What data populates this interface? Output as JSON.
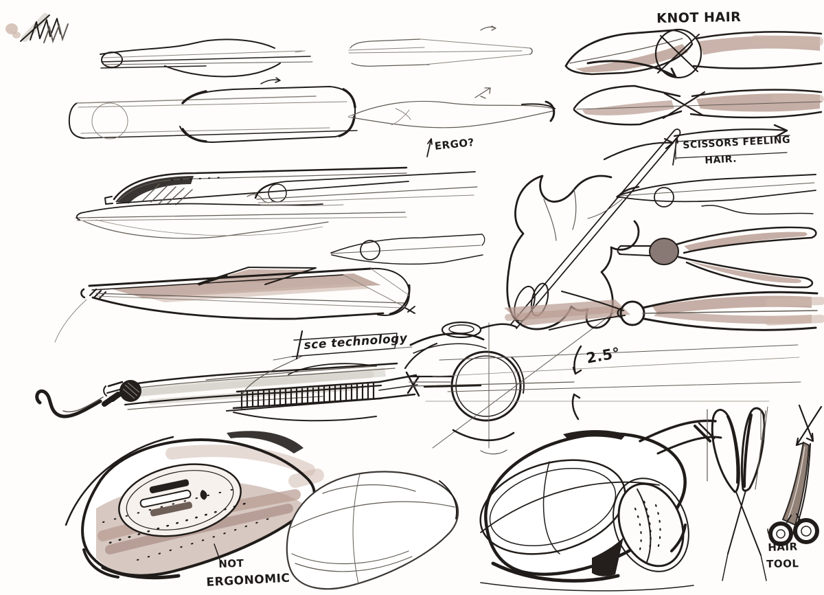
{
  "page": {
    "title": "hair tool concept sketch sheet",
    "colors": {
      "paper": "#fefdfb",
      "ink": "#201c19",
      "pencil": "#8a837c",
      "marker_rose": "#b79a90",
      "marker_rose_light": "#cdb6ab",
      "marker_gray": "#d6d3cc",
      "pink_smudge": "#e6bcae"
    }
  },
  "annotations": {
    "knot_hair": "KNOT HAIR",
    "scissors_feeling": "SCISSORS FEELING",
    "scissors_hair": "HAIR.",
    "ergo": "ERGO?",
    "sce_technology": "sce technology",
    "angle_value": "2.5°",
    "not_label": "NOT",
    "ergonomic_label": "ERGONOMIC",
    "hair_label": "HAIR",
    "tool_label": "TOOL"
  },
  "sketches": [
    {
      "name": "pen-test-marks"
    },
    {
      "name": "straightener-profile-study-1"
    },
    {
      "name": "straightener-profile-study-2"
    },
    {
      "name": "straightener-profile-study-3"
    },
    {
      "name": "straightener-profile-study-4"
    },
    {
      "name": "shaded-profile-study"
    },
    {
      "name": "blade-profile-study"
    },
    {
      "name": "thin-blade-with-hinge-circle"
    },
    {
      "name": "straightener-three-quarter-marker"
    },
    {
      "name": "straightener-detail-with-cord-and-comb"
    },
    {
      "name": "hinge-circle-detail-with-angle"
    },
    {
      "name": "hand-grip-study"
    },
    {
      "name": "hair-knot-blades-top"
    },
    {
      "name": "hair-knot-blades-bottom"
    },
    {
      "name": "open-scissor-blades"
    },
    {
      "name": "crossed-scissor-blades"
    },
    {
      "name": "ergonomic-body-marker-render"
    },
    {
      "name": "ergonomic-body-line-sketch"
    },
    {
      "name": "ergonomic-body-ink-render"
    },
    {
      "name": "tweezer-heart-diagram"
    },
    {
      "name": "scissors-with-rings"
    }
  ]
}
